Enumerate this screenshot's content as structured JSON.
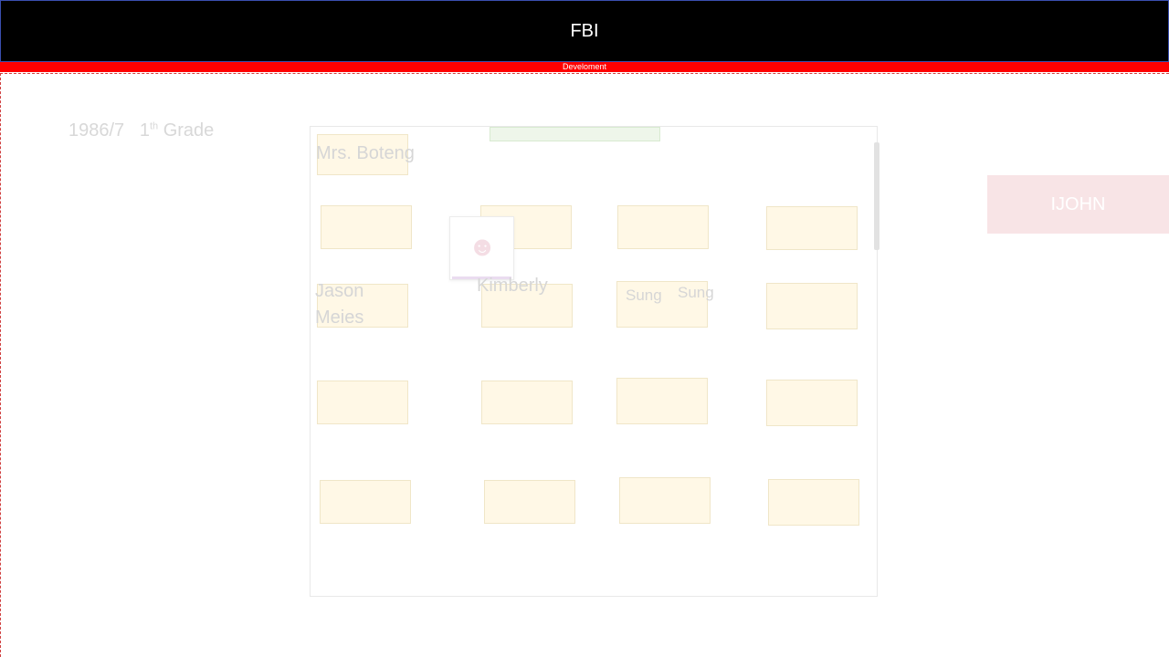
{
  "header": {
    "title": "FBI"
  },
  "subheader": {
    "label": "Develoment"
  },
  "info": {
    "year": "1986/7",
    "grade_number": "1",
    "grade_suffix": "th",
    "grade_word": "Grade"
  },
  "teacher": {
    "name": "Mrs. Boteng"
  },
  "students": [
    {
      "id": "jason",
      "line1": "Jason",
      "line2": "Meies"
    },
    {
      "id": "kimberly",
      "line1": "Kimberly"
    },
    {
      "id": "sung1",
      "line1": "Sung"
    },
    {
      "id": "sung2",
      "line1": "Sung"
    }
  ],
  "photo": {
    "icon": "person-photo-icon"
  },
  "sidebar": {
    "button_label": "IJOHN"
  },
  "colors": {
    "topbar": "#000000",
    "subbar": "#ff0000",
    "desk_fill": "#fff8e6",
    "john_button": "#f8e4e6",
    "faded_text": "#d6d6d6"
  }
}
